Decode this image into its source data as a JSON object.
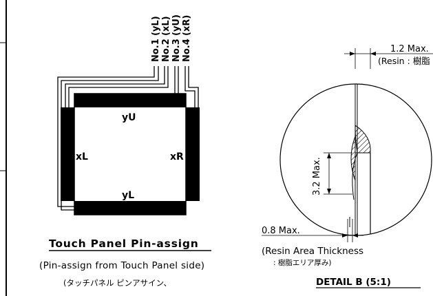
{
  "pin_assign": {
    "pins": [
      {
        "label": "No.1",
        "signal": "(yL)"
      },
      {
        "label": "No.2",
        "signal": "(xL)"
      },
      {
        "label": "No.3",
        "signal": "(yU)"
      },
      {
        "label": "No.4",
        "signal": "(xR)"
      }
    ],
    "electrodes": {
      "top": "yU",
      "bottom": "yL",
      "left": "xL",
      "right": "xR"
    },
    "title": "Touch Panel Pin-assign",
    "subtitle": "(Pin-assign from Touch Panel side)",
    "note_jp": "(タッチパネル  ピンアサイン、"
  },
  "detail_b": {
    "dim_top": "1.2 Max.",
    "dim_top_note": "(Resin : 樹脂",
    "dim_left": "3.2 Max.",
    "dim_bottom": "0.8 Max.",
    "thickness_note": "(Resin Area Thickness",
    "thickness_note_jp": ": 樹脂エリア厚み)",
    "title": "DETAIL B  (5:1)"
  }
}
